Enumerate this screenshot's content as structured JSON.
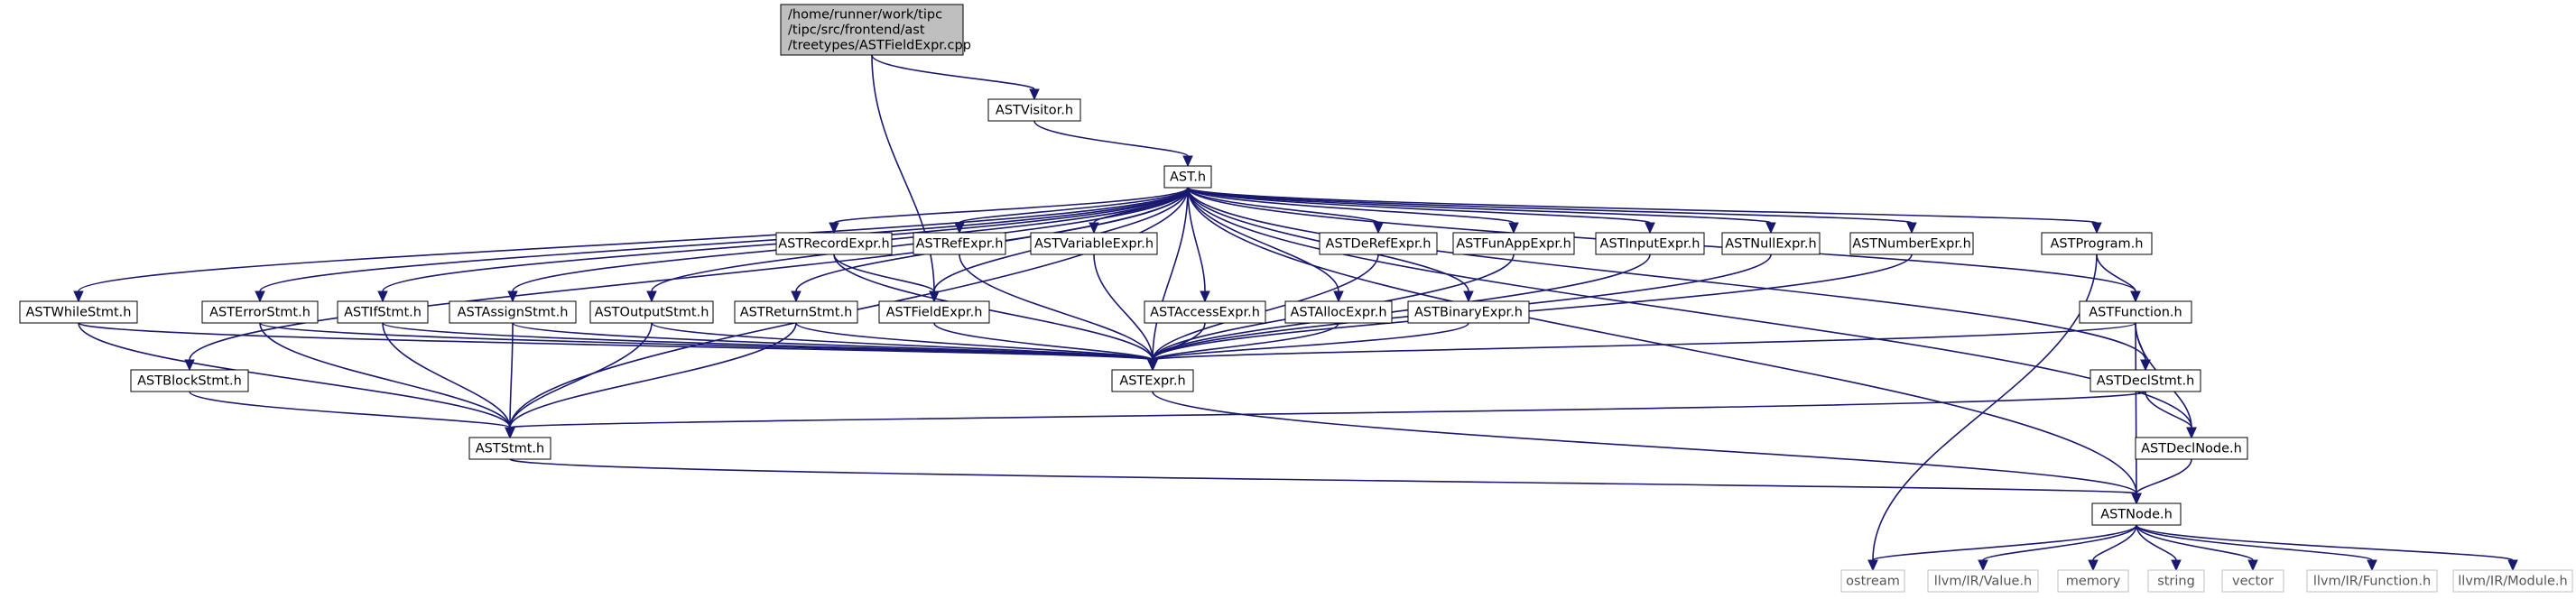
{
  "graph": {
    "root": "root",
    "colors": {
      "edge": "#191970",
      "root_fill": "#bfbfbf",
      "root_border": "#000000",
      "node_fill": "#ffffff",
      "node_border": "#000000",
      "external_border": "#bfbfbf",
      "external_text": "#555555"
    },
    "nodes": [
      {
        "id": "root",
        "lines": [
          "/home/runner/work/tipc",
          "/tipc/src/frontend/ast",
          "/treetypes/ASTFieldExpr.cpp"
        ],
        "kind": "root"
      },
      {
        "id": "ASTVisitor",
        "lines": [
          "ASTVisitor.h"
        ],
        "kind": "file"
      },
      {
        "id": "AST",
        "lines": [
          "AST.h"
        ],
        "kind": "file"
      },
      {
        "id": "ASTRecordExpr",
        "lines": [
          "ASTRecordExpr.h"
        ],
        "kind": "file"
      },
      {
        "id": "ASTRefExpr",
        "lines": [
          "ASTRefExpr.h"
        ],
        "kind": "file"
      },
      {
        "id": "ASTVariableExpr",
        "lines": [
          "ASTVariableExpr.h"
        ],
        "kind": "file"
      },
      {
        "id": "ASTDeRefExpr",
        "lines": [
          "ASTDeRefExpr.h"
        ],
        "kind": "file"
      },
      {
        "id": "ASTFunAppExpr",
        "lines": [
          "ASTFunAppExpr.h"
        ],
        "kind": "file"
      },
      {
        "id": "ASTInputExpr",
        "lines": [
          "ASTInputExpr.h"
        ],
        "kind": "file"
      },
      {
        "id": "ASTNullExpr",
        "lines": [
          "ASTNullExpr.h"
        ],
        "kind": "file"
      },
      {
        "id": "ASTNumberExpr",
        "lines": [
          "ASTNumberExpr.h"
        ],
        "kind": "file"
      },
      {
        "id": "ASTProgram",
        "lines": [
          "ASTProgram.h"
        ],
        "kind": "file"
      },
      {
        "id": "ASTWhileStmt",
        "lines": [
          "ASTWhileStmt.h"
        ],
        "kind": "file"
      },
      {
        "id": "ASTErrorStmt",
        "lines": [
          "ASTErrorStmt.h"
        ],
        "kind": "file"
      },
      {
        "id": "ASTIfStmt",
        "lines": [
          "ASTIfStmt.h"
        ],
        "kind": "file"
      },
      {
        "id": "ASTAssignStmt",
        "lines": [
          "ASTAssignStmt.h"
        ],
        "kind": "file"
      },
      {
        "id": "ASTOutputStmt",
        "lines": [
          "ASTOutputStmt.h"
        ],
        "kind": "file"
      },
      {
        "id": "ASTReturnStmt",
        "lines": [
          "ASTReturnStmt.h"
        ],
        "kind": "file"
      },
      {
        "id": "ASTFieldExpr",
        "lines": [
          "ASTFieldExpr.h"
        ],
        "kind": "file"
      },
      {
        "id": "ASTAccessExpr",
        "lines": [
          "ASTAccessExpr.h"
        ],
        "kind": "file"
      },
      {
        "id": "ASTAllocExpr",
        "lines": [
          "ASTAllocExpr.h"
        ],
        "kind": "file"
      },
      {
        "id": "ASTBinaryExpr",
        "lines": [
          "ASTBinaryExpr.h"
        ],
        "kind": "file"
      },
      {
        "id": "ASTFunction",
        "lines": [
          "ASTFunction.h"
        ],
        "kind": "file"
      },
      {
        "id": "ASTBlockStmt",
        "lines": [
          "ASTBlockStmt.h"
        ],
        "kind": "file"
      },
      {
        "id": "ASTExpr",
        "lines": [
          "ASTExpr.h"
        ],
        "kind": "file"
      },
      {
        "id": "ASTDeclStmt",
        "lines": [
          "ASTDeclStmt.h"
        ],
        "kind": "file"
      },
      {
        "id": "ASTStmt",
        "lines": [
          "ASTStmt.h"
        ],
        "kind": "file"
      },
      {
        "id": "ASTDeclNode",
        "lines": [
          "ASTDeclNode.h"
        ],
        "kind": "file"
      },
      {
        "id": "ASTNode",
        "lines": [
          "ASTNode.h"
        ],
        "kind": "file"
      },
      {
        "id": "ostream",
        "lines": [
          "ostream"
        ],
        "kind": "external"
      },
      {
        "id": "llvmValue",
        "lines": [
          "llvm/IR/Value.h"
        ],
        "kind": "external"
      },
      {
        "id": "memory",
        "lines": [
          "memory"
        ],
        "kind": "external"
      },
      {
        "id": "string",
        "lines": [
          "string"
        ],
        "kind": "external"
      },
      {
        "id": "vector",
        "lines": [
          "vector"
        ],
        "kind": "external"
      },
      {
        "id": "llvmFunction",
        "lines": [
          "llvm/IR/Function.h"
        ],
        "kind": "external"
      },
      {
        "id": "llvmModule",
        "lines": [
          "llvm/IR/Module.h"
        ],
        "kind": "external"
      }
    ],
    "edges": [
      [
        "root",
        "ASTVisitor"
      ],
      [
        "root",
        "ASTFieldExpr"
      ],
      [
        "ASTVisitor",
        "AST"
      ],
      [
        "AST",
        "ASTRecordExpr"
      ],
      [
        "AST",
        "ASTRefExpr"
      ],
      [
        "AST",
        "ASTVariableExpr"
      ],
      [
        "AST",
        "ASTDeRefExpr"
      ],
      [
        "AST",
        "ASTFunAppExpr"
      ],
      [
        "AST",
        "ASTInputExpr"
      ],
      [
        "AST",
        "ASTNullExpr"
      ],
      [
        "AST",
        "ASTNumberExpr"
      ],
      [
        "AST",
        "ASTProgram"
      ],
      [
        "AST",
        "ASTWhileStmt"
      ],
      [
        "AST",
        "ASTErrorStmt"
      ],
      [
        "AST",
        "ASTIfStmt"
      ],
      [
        "AST",
        "ASTAssignStmt"
      ],
      [
        "AST",
        "ASTOutputStmt"
      ],
      [
        "AST",
        "ASTReturnStmt"
      ],
      [
        "AST",
        "ASTFieldExpr"
      ],
      [
        "AST",
        "ASTAccessExpr"
      ],
      [
        "AST",
        "ASTAllocExpr"
      ],
      [
        "AST",
        "ASTBinaryExpr"
      ],
      [
        "AST",
        "ASTFunction"
      ],
      [
        "AST",
        "ASTBlockStmt"
      ],
      [
        "AST",
        "ASTExpr"
      ],
      [
        "AST",
        "ASTDeclStmt"
      ],
      [
        "AST",
        "ASTStmt"
      ],
      [
        "AST",
        "ASTDeclNode"
      ],
      [
        "AST",
        "ASTNode"
      ],
      [
        "ASTRecordExpr",
        "ASTExpr"
      ],
      [
        "ASTRecordExpr",
        "ASTFieldExpr"
      ],
      [
        "ASTRefExpr",
        "ASTExpr"
      ],
      [
        "ASTVariableExpr",
        "ASTExpr"
      ],
      [
        "ASTDeRefExpr",
        "ASTExpr"
      ],
      [
        "ASTFunAppExpr",
        "ASTExpr"
      ],
      [
        "ASTInputExpr",
        "ASTExpr"
      ],
      [
        "ASTNullExpr",
        "ASTExpr"
      ],
      [
        "ASTNumberExpr",
        "ASTExpr"
      ],
      [
        "ASTProgram",
        "ASTFunction"
      ],
      [
        "ASTProgram",
        "ostream"
      ],
      [
        "ASTWhileStmt",
        "ASTExpr"
      ],
      [
        "ASTWhileStmt",
        "ASTStmt"
      ],
      [
        "ASTErrorStmt",
        "ASTExpr"
      ],
      [
        "ASTErrorStmt",
        "ASTStmt"
      ],
      [
        "ASTIfStmt",
        "ASTExpr"
      ],
      [
        "ASTIfStmt",
        "ASTStmt"
      ],
      [
        "ASTAssignStmt",
        "ASTExpr"
      ],
      [
        "ASTAssignStmt",
        "ASTStmt"
      ],
      [
        "ASTOutputStmt",
        "ASTExpr"
      ],
      [
        "ASTOutputStmt",
        "ASTStmt"
      ],
      [
        "ASTReturnStmt",
        "ASTExpr"
      ],
      [
        "ASTReturnStmt",
        "ASTStmt"
      ],
      [
        "ASTFieldExpr",
        "ASTExpr"
      ],
      [
        "ASTAccessExpr",
        "ASTExpr"
      ],
      [
        "ASTAllocExpr",
        "ASTExpr"
      ],
      [
        "ASTBinaryExpr",
        "ASTExpr"
      ],
      [
        "ASTFunction",
        "ASTExpr"
      ],
      [
        "ASTFunction",
        "ASTDeclStmt"
      ],
      [
        "ASTFunction",
        "ASTDeclNode"
      ],
      [
        "ASTFunction",
        "ASTNode"
      ],
      [
        "ASTBlockStmt",
        "ASTStmt"
      ],
      [
        "ASTExpr",
        "ASTNode"
      ],
      [
        "ASTDeclStmt",
        "ASTStmt"
      ],
      [
        "ASTDeclStmt",
        "ASTDeclNode"
      ],
      [
        "ASTStmt",
        "ASTNode"
      ],
      [
        "ASTDeclNode",
        "ASTNode"
      ],
      [
        "ASTNode",
        "ostream"
      ],
      [
        "ASTNode",
        "llvmValue"
      ],
      [
        "ASTNode",
        "memory"
      ],
      [
        "ASTNode",
        "string"
      ],
      [
        "ASTNode",
        "vector"
      ],
      [
        "ASTNode",
        "llvmFunction"
      ],
      [
        "ASTNode",
        "llvmModule"
      ]
    ]
  }
}
